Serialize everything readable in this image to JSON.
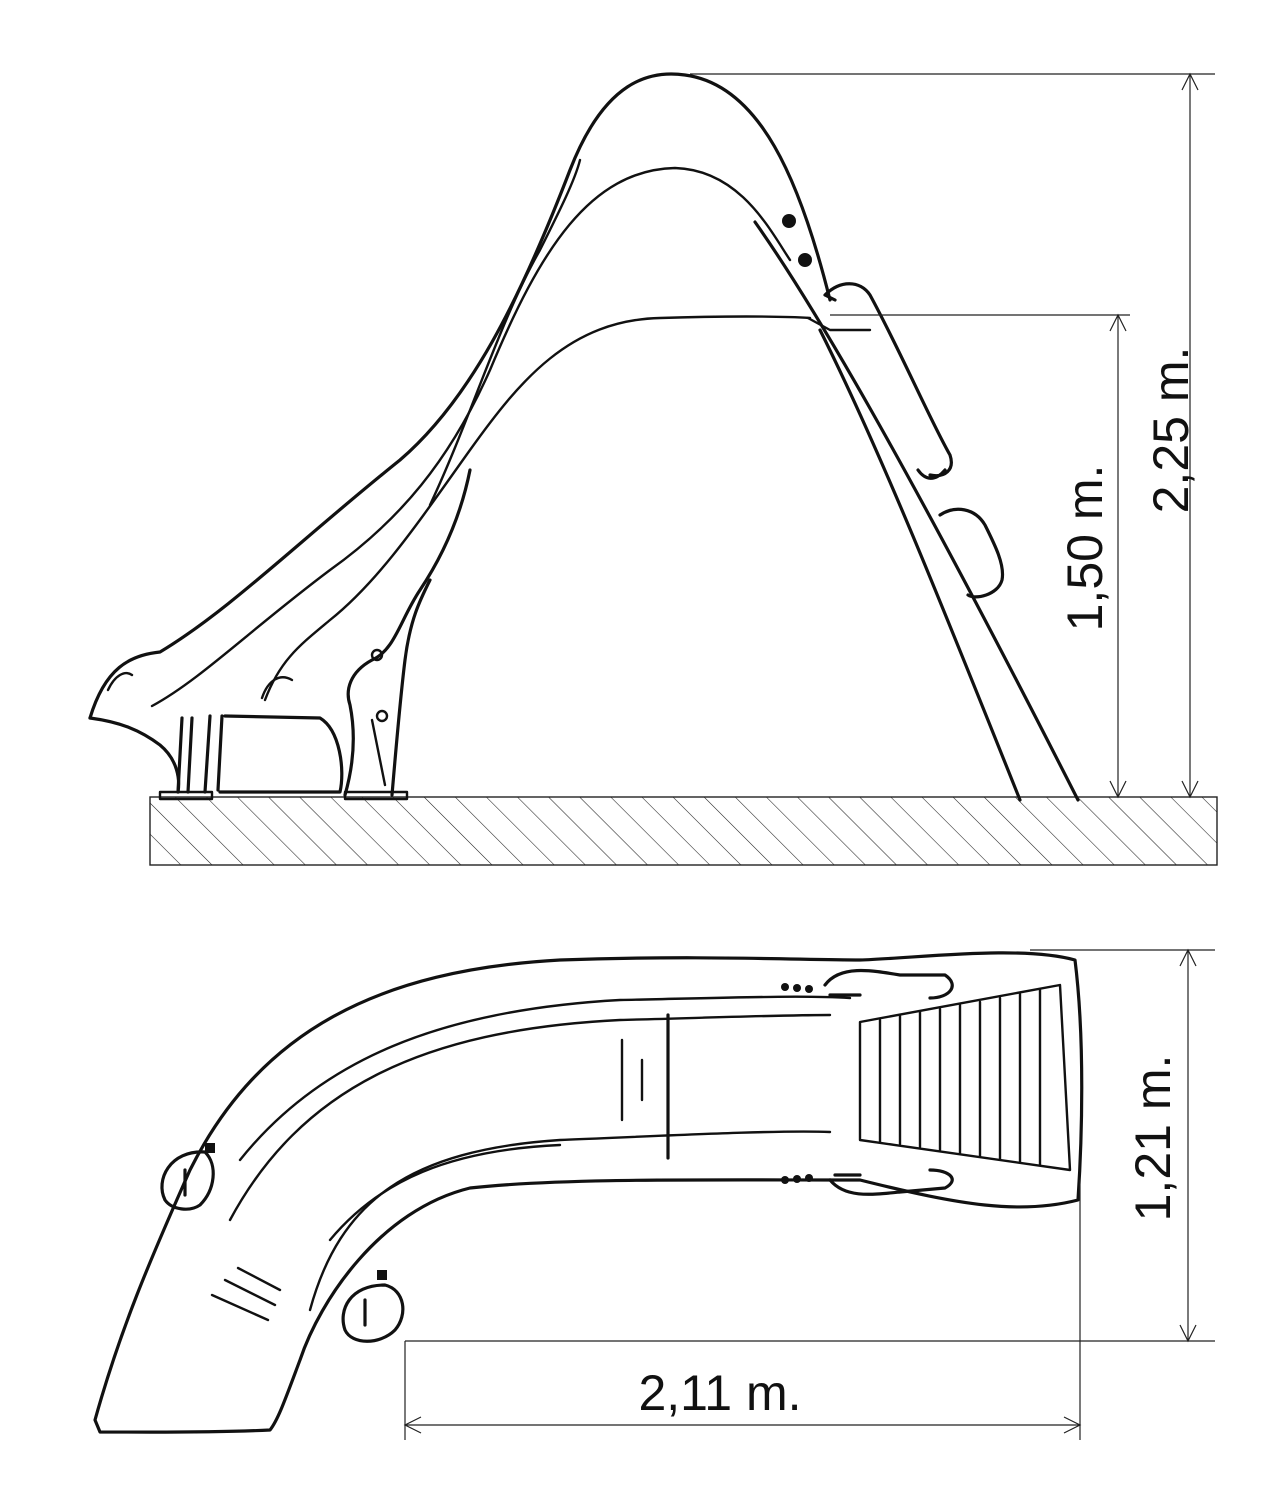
{
  "dimensions": {
    "total_height": "2,25 m.",
    "platform_height": "1,50 m.",
    "width": "1,21 m.",
    "length": "2,11 m."
  }
}
